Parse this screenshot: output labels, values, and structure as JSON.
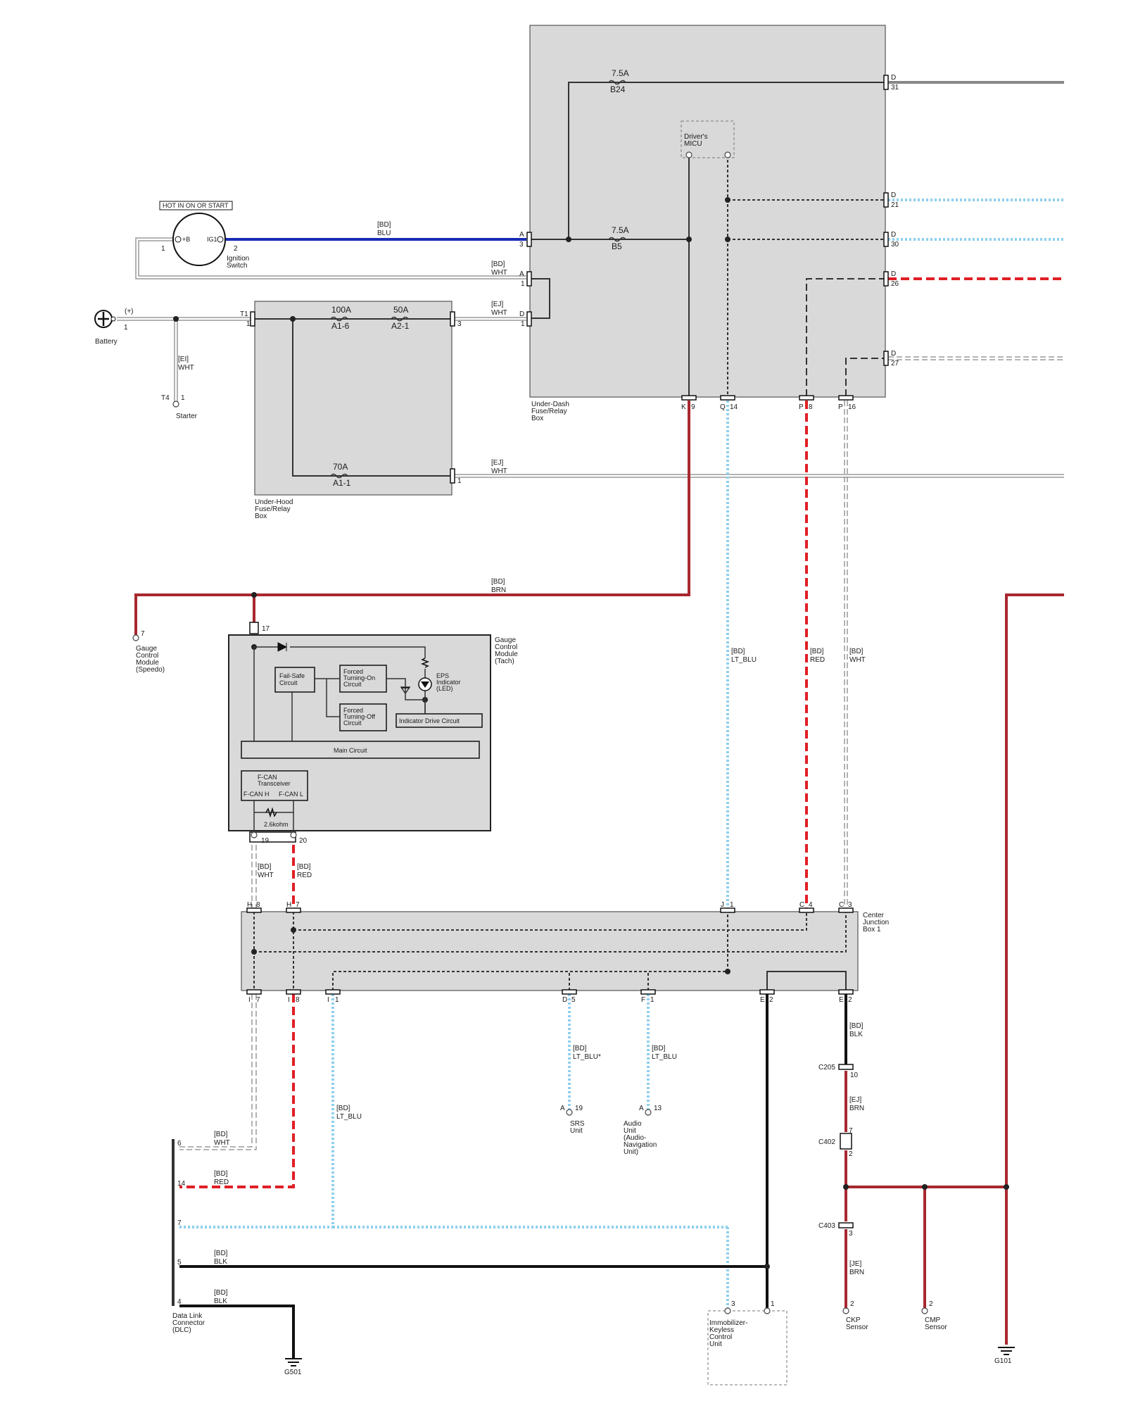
{
  "battery": {
    "label": "Battery",
    "pin": "1",
    "polarity": "(+)"
  },
  "ignition": {
    "banner": "HOT IN ON OR START",
    "b_label": "+B",
    "ig_label": "IG1",
    "pin_b": "1",
    "pin_ig": "2",
    "label_line1": "Ignition",
    "label_line2": "Switch"
  },
  "starter": {
    "label": "Starter",
    "connector": "T4",
    "pin": "1"
  },
  "under_hood": {
    "line1": "Under-Hood",
    "line2": "Fuse/Relay",
    "line3": "Box",
    "t1": "T1",
    "t1_pin": "1",
    "pin_3": "3",
    "pin_1": "1",
    "fuse1_amp": "100A",
    "fuse1_id": "A1-6",
    "fuse2_amp": "50A",
    "fuse2_id": "A2-1",
    "fuse3_amp": "70A",
    "fuse3_id": "A1-1"
  },
  "under_dash": {
    "line1": "Under-Dash",
    "line2": "Fuse/Relay",
    "line3": "Box",
    "fuse_b24_amp": "7.5A",
    "fuse_b24_id": "B24",
    "fuse_b5_amp": "7.5A",
    "fuse_b5_id": "B5",
    "micu_line1": "Driver's",
    "micu_line2": "MICU",
    "a3_letter": "A",
    "a3_pin": "3",
    "a1_letter": "A",
    "a1_pin": "1",
    "d1_letter": "D",
    "d1_pin": "1",
    "d31_letter": "D",
    "d31_pin": "31",
    "d21_letter": "D",
    "d21_pin": "21",
    "d30_letter": "D",
    "d30_pin": "30",
    "d26_letter": "D",
    "d26_pin": "26",
    "d27_letter": "D",
    "d27_pin": "27",
    "k9_letter": "K",
    "k9_pin": "9",
    "q14_letter": "Q",
    "q14_pin": "14",
    "p8_letter": "P",
    "p8_pin": "8",
    "p16_letter": "P",
    "p16_pin": "16"
  },
  "wires": {
    "bd_blu": {
      "code": "[BD]",
      "color": "BLU"
    },
    "bd_wht_a1": {
      "code": "[BD]",
      "color": "WHT"
    },
    "ej_wht_d1": {
      "code": "[EJ]",
      "color": "WHT"
    },
    "ei_wht": {
      "code": "[EI]",
      "color": "WHT"
    },
    "ej_wht_70": {
      "code": "[EJ]",
      "color": "WHT"
    },
    "bd_brn": {
      "code": "[BD]",
      "color": "BRN"
    },
    "bd_lt_blu_q14": {
      "code": "[BD]",
      "color": "LT_BLU"
    },
    "bd_red_p8": {
      "code": "[BD]",
      "color": "RED"
    },
    "bd_wht_p16": {
      "code": "[BD]",
      "color": "WHT"
    },
    "bd_wht_19": {
      "code": "[BD]",
      "color": "WHT"
    },
    "bd_red_20": {
      "code": "[BD]",
      "color": "RED"
    },
    "bd_lt_blu_star": {
      "code": "[BD]",
      "color": "LT_BLU*"
    },
    "bd_lt_blu_f1": {
      "code": "[BD]",
      "color": "LT_BLU"
    },
    "bd_lt_blu_i1": {
      "code": "[BD]",
      "color": "LT_BLU"
    },
    "bd_blk_e2": {
      "code": "[BD]",
      "color": "BLK"
    },
    "ej_brn": {
      "code": "[EJ]",
      "color": "BRN"
    },
    "je_brn": {
      "code": "[JE]",
      "color": "BRN"
    },
    "dlc_wht": {
      "code": "[BD]",
      "color": "WHT"
    },
    "dlc_red": {
      "code": "[BD]",
      "color": "RED"
    },
    "dlc_blk5": {
      "code": "[BD]",
      "color": "BLK"
    },
    "dlc_blk4": {
      "code": "[BD]",
      "color": "BLK"
    }
  },
  "gauge": {
    "line1": "Gauge",
    "line2": "Control",
    "line3": "Module",
    "line4": "(Tach)",
    "pin17": "17",
    "pin19": "19",
    "pin20": "20",
    "failsafe_1": "Fail-Safe",
    "failsafe_2": "Circuit",
    "fon_1": "Forced",
    "fon_2": "Turning-On",
    "fon_3": "Circuit",
    "foff_1": "Forced",
    "foff_2": "Turning-Off",
    "foff_3": "Circuit",
    "eps_1": "EPS",
    "eps_2": "Indicator",
    "eps_3": "(LED)",
    "drive": "Indicator Drive Circuit",
    "main": "Main Circuit",
    "fcan_1": "F-CAN",
    "fcan_2": "Transceiver",
    "fcan_h": "F-CAN  H",
    "fcan_l": "F-CAN L",
    "resistor": "2.6kohm"
  },
  "speedo": {
    "pin": "7",
    "line1": "Gauge",
    "line2": "Control",
    "line3": "Module",
    "line4": "(Speedo)"
  },
  "cjb": {
    "line1": "Center",
    "line2": "Junction",
    "line3": "Box 1",
    "h8_letter": "H",
    "h8_pin": "8",
    "h7_letter": "H",
    "h7_pin": "7",
    "j1_letter": "J",
    "j1_pin": "1",
    "c4_letter": "C",
    "c4_pin": "4",
    "c3_letter": "C",
    "c3_pin": "3",
    "i7_letter": "I",
    "i7_pin": "7",
    "i8_letter": "I",
    "i8_pin": "8",
    "i1_letter": "I",
    "i1_pin": "1",
    "d5_letter": "D",
    "d5_pin": "5",
    "f1_letter": "F",
    "f1_pin": "1",
    "e2a_letter": "E",
    "e2a_pin": "2",
    "e2b_letter": "E",
    "e2b_pin": "2"
  },
  "srs": {
    "letter": "A",
    "pin": "19",
    "line1": "SRS",
    "line2": "Unit"
  },
  "audio": {
    "letter": "A",
    "pin": "13",
    "line1": "Audio",
    "line2": "Unit",
    "line3": "(Audio-",
    "line4": "Navigation",
    "line5": "Unit)"
  },
  "dlc": {
    "line1": "Data Link",
    "line2": "Connector",
    "line3": "(DLC)",
    "p6": "6",
    "p14": "14",
    "p7": "7",
    "p5": "5",
    "p4": "4"
  },
  "grounds": {
    "g501": "G501",
    "g101": "G101"
  },
  "immobilizer": {
    "pin3": "3",
    "pin1": "1",
    "line1": "Immobilizer-",
    "line2": "Keyless",
    "line3": "Control",
    "line4": "Unit"
  },
  "connectors": {
    "c205": "C205",
    "c205_pin": "10",
    "c402": "C402",
    "c402_top": "7",
    "c402_bot": "2",
    "c403": "C403",
    "c403_pin": "3"
  },
  "ckp": {
    "pin": "2",
    "line1": "CKP",
    "line2": "Sensor"
  },
  "cmp": {
    "pin": "2",
    "line1": "CMP",
    "line2": "Sensor"
  }
}
